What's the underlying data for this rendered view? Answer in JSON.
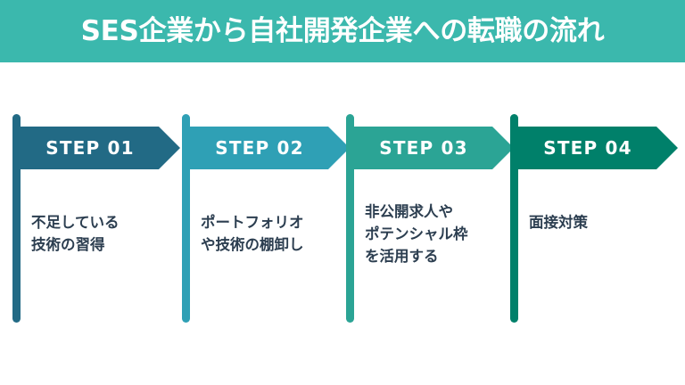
{
  "header": {
    "title": "SES企業から自社開発企業への転職の流れ",
    "background_color": "#3BB8AD",
    "text_color": "#FFFFFF"
  },
  "page": {
    "background_color": "#FFFFFF",
    "body_text_color": "#2C3E50"
  },
  "steps": [
    {
      "label": "STEP  01",
      "color": "#226A85",
      "body_lines": [
        "不足している",
        "技術の習得"
      ],
      "body_text": "不足している技術の習得"
    },
    {
      "label": "STEP  02",
      "color": "#2FA0B5",
      "body_lines": [
        "ポートフォリオ",
        "や技術の棚卸し"
      ],
      "body_text": "ポートフォリオや技術の棚卸し"
    },
    {
      "label": "STEP  03",
      "color": "#2BA495",
      "body_lines": [
        "非公開求人や",
        "ポテンシャル枠",
        "を活用する"
      ],
      "body_text": "非公開求人やポテンシャル枠を活用する"
    },
    {
      "label": "STEP  04",
      "color": "#00806A",
      "body_lines": [
        "面接対策"
      ],
      "body_text": "面接対策"
    }
  ]
}
